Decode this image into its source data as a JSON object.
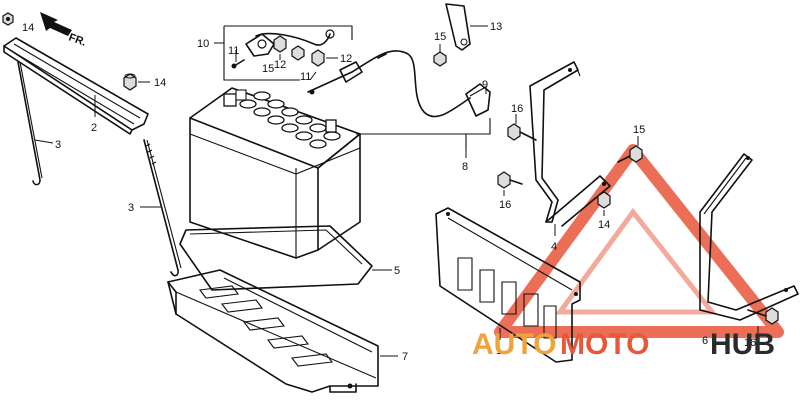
{
  "direction_marker": {
    "label": "FR."
  },
  "callouts": {
    "c14a": "14",
    "c2": "2",
    "c3a": "3",
    "c3b": "3",
    "c14b": "14",
    "c10": "10",
    "c11a": "11",
    "c12a": "12",
    "c15a": "15",
    "c12b": "12",
    "c11b": "11",
    "c15b": "15",
    "c13": "13",
    "c9": "9",
    "c8": "8",
    "c5": "5",
    "c7": "7",
    "c1": "1",
    "c4": "4",
    "c16a": "16",
    "c16b": "16",
    "c15c": "15",
    "c14c": "14",
    "c6": "6",
    "c16c": "16"
  },
  "watermark": {
    "part1": "AUTO",
    "part2": "MOTO",
    "part3": "HUB",
    "color_primary": "#e8573a",
    "color_secondary": "#2b2b2b"
  }
}
